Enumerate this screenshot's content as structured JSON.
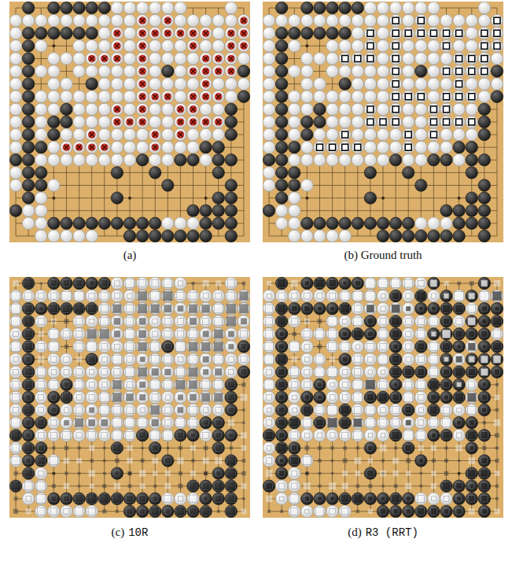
{
  "diagram": {
    "labels": [
      "(a)",
      "(b) Ground truth",
      "(c)",
      "10R",
      "(d)",
      "R3 (RRT)"
    ]
  }
}
